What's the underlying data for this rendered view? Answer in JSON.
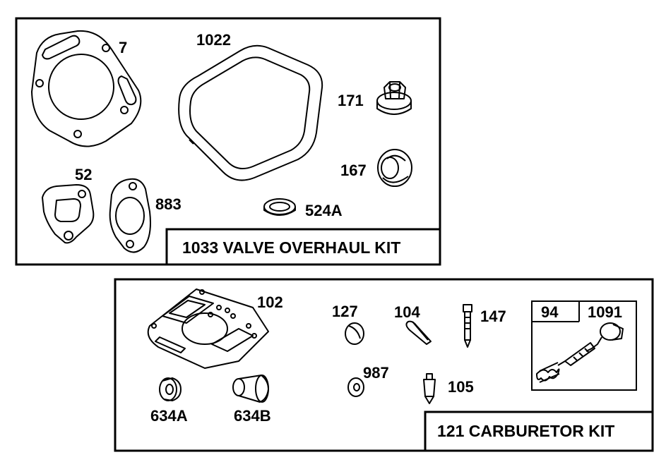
{
  "valve_kit": {
    "title": "1033 VALVE OVERHAUL KIT",
    "labels": {
      "p7": "7",
      "p1022": "1022",
      "p171": "171",
      "p167": "167",
      "p52": "52",
      "p883": "883",
      "p524a": "524A"
    }
  },
  "carb_kit": {
    "title": "121 CARBURETOR KIT",
    "labels": {
      "p102": "102",
      "p127": "127",
      "p104": "104",
      "p147": "147",
      "p987": "987",
      "p105": "105",
      "p634a": "634A",
      "p634b": "634B"
    },
    "subkit": {
      "left": "94",
      "right": "1091"
    }
  }
}
